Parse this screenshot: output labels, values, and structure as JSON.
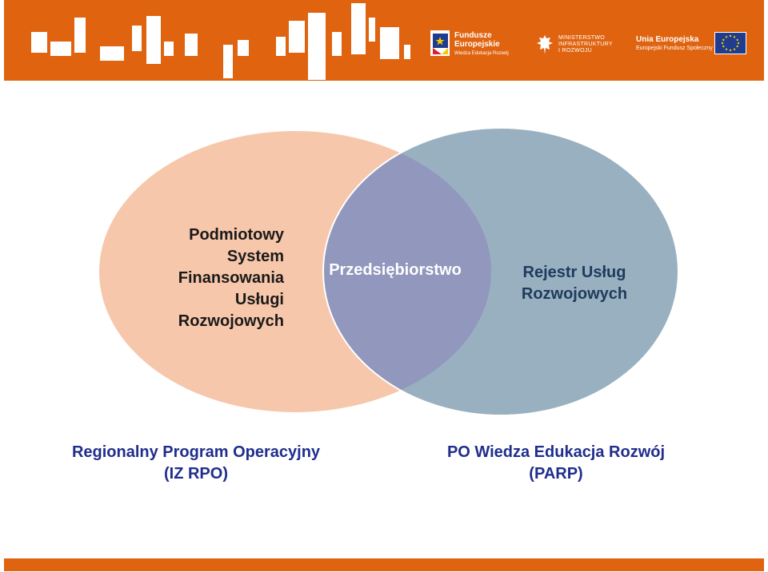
{
  "header": {
    "fe_logo": {
      "line1": "Fundusze",
      "line2": "Europejskie",
      "line3": "Wiedza Edukacja Rozwój",
      "icon": "fundusze-europejskie-star-icon"
    },
    "ministry_logo": {
      "text": "MINISTERSTWO\nINFRASTRUKTURY\nI ROZWOJU",
      "icon": "polish-eagle-icon"
    },
    "eu_logo": {
      "line1": "Unia Europejska",
      "line2": "Europejski Fundusz Społeczny",
      "icon": "eu-flag-icon"
    },
    "colors": {
      "banner": "#e06410",
      "white": "#ffffff"
    }
  },
  "diagram": {
    "left_circle": {
      "label": "Podmiotowy\nSystem\nFinansowania\nUsługi\nRozwojowych",
      "color": "#f6c7aa"
    },
    "intersection": {
      "label": "Przedsiębiorstwo",
      "color": "#9197bd"
    },
    "right_circle": {
      "label": "Rejestr Usług\nRozwojowych",
      "color": "#98b0c0"
    }
  },
  "captions": {
    "left": "Regionalny Program Operacyjny\n(IZ RPO)",
    "right": "PO Wiedza Edukacja Rozwój\n(PARP)"
  }
}
